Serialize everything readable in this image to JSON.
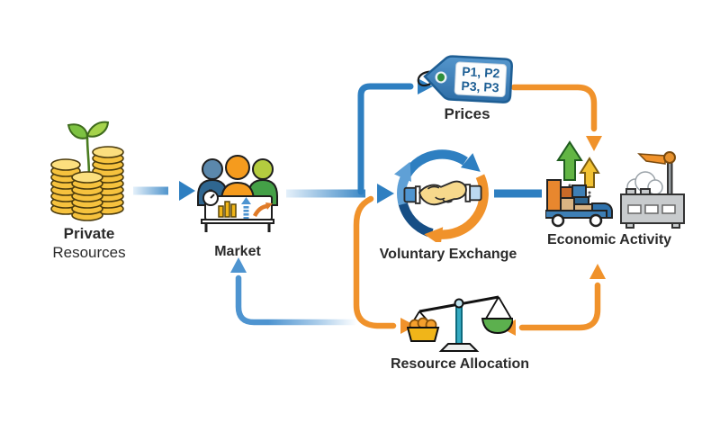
{
  "title": "Market economy circular flow diagram",
  "colors": {
    "blue": "#2E7FC1",
    "blue_light": "#5FA0D6",
    "blue_fade": "#E4F0FA",
    "navy": "#164E85",
    "orange": "#F0922B",
    "text": "#2B2B2B",
    "tag_text": "#1C5E94",
    "green": "#62B544",
    "gold": "#F6C23E"
  },
  "nodes": {
    "private_resources": {
      "label_line1": "Private",
      "label_line2": "Resources",
      "icon": "coin-stacks-with-sprout-icon"
    },
    "market": {
      "label": "Market",
      "icon": "market-people-icon"
    },
    "prices": {
      "label": "Prices",
      "icon": "price-tag-icon",
      "tag_line1": "P1, P2",
      "tag_line2": "P3, P3"
    },
    "voluntary_exchange": {
      "label": "Voluntary Exchange",
      "icon": "handshake-cycle-icon"
    },
    "economic_activity": {
      "label": "Economic Activity",
      "icon": "factory-truck-growth-icon"
    },
    "resource_allocation": {
      "label": "Resource Allocation",
      "icon": "balance-scale-icon"
    }
  },
  "edges": [
    {
      "from": "private_resources",
      "to": "market",
      "color": "blue"
    },
    {
      "from": "market",
      "to": "prices",
      "color": "blue"
    },
    {
      "from": "market",
      "to": "voluntary_exchange",
      "color": "blue"
    },
    {
      "from": "market",
      "to": "resource_allocation",
      "color": "orange"
    },
    {
      "from": "prices",
      "to": "economic_activity",
      "color": "orange"
    },
    {
      "from": "voluntary_exchange",
      "to": "economic_activity",
      "color": "blue"
    },
    {
      "from": "resource_allocation",
      "to": "economic_activity",
      "color": "orange",
      "bidirectional": true
    },
    {
      "from": "resource_allocation",
      "to": "market",
      "color": "blue"
    }
  ]
}
